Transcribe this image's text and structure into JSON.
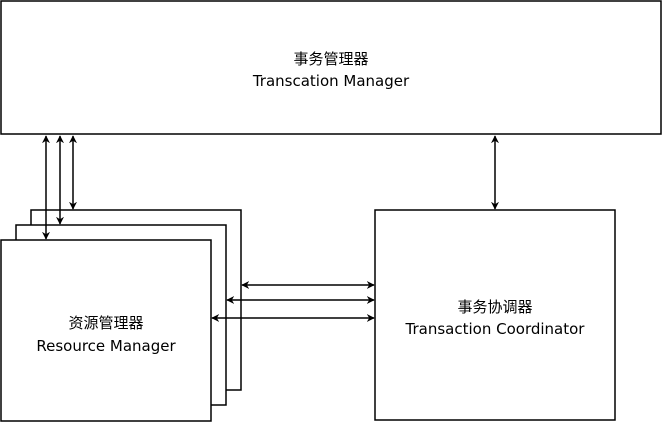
{
  "diagram": {
    "transaction_manager": {
      "title_cn": "事务管理器",
      "title_en": "Transcation Manager"
    },
    "resource_manager": {
      "title_cn": "资源管理器",
      "title_en": "Resource Manager"
    },
    "transaction_coordinator": {
      "title_cn": "事务协调器",
      "title_en": "Transaction Coordinator"
    }
  }
}
